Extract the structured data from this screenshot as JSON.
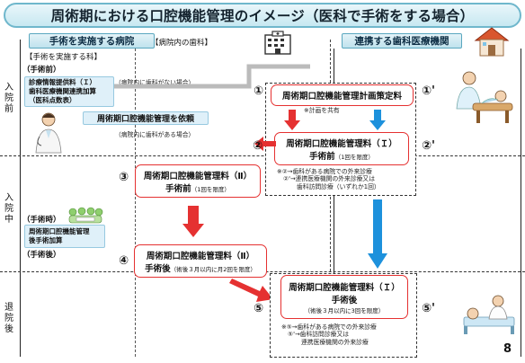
{
  "title": "周術期における口腔機能管理のイメージ（医科で手術をする場合）",
  "headers": {
    "hospital": "手術を実施する病院",
    "dental_clinic": "連携する歯科医療機関"
  },
  "column_labels": {
    "medical_dept": "【手術を実施する科】",
    "dental_dept": "【病院内の歯科】"
  },
  "phases": {
    "pre": "入院前",
    "during": "入院中",
    "post": "退院後"
  },
  "stages": {
    "preop": "（手術前）",
    "intraop": "（手術時）",
    "postop": "（手術後）"
  },
  "notes": {
    "no_dental": "（病院内に歯科がない場合）",
    "has_dental": "（病院内に歯科がある場合）",
    "share_plan": "※計画を共有",
    "note2_1": "※②→歯科がある病院での外来診療",
    "note2_2": "②'→連携医療機関の外来診療又は",
    "note2_3": "歯科訪問診療（いずれか1回）",
    "note5_1": "※⑤→歯科がある病院での外来診療",
    "note5_2": "⑤'→歯科訪問診療又は",
    "note5_3": "連携医療機関の外来診療"
  },
  "blue_boxes": {
    "addition1_l1": "診療情報提供料（Ｉ）",
    "addition1_l2": "歯科医療機関連携加算",
    "addition1_l3": "（医科点数表）",
    "request": "周術期口腔機能管理を依頼",
    "addition2_l1": "周術期口腔機能管理",
    "addition2_l2": "後手術加算"
  },
  "red_boxes": {
    "plan": "周術期口腔機能管理計画策定料",
    "fee1_pre_t": "周術期口腔機能管理料（Ｉ）",
    "fee1_pre_s": "手術前",
    "fee1_pre_n": "（1回を限度）",
    "fee2_pre_t": "周術期口腔機能管理料（Ⅱ）",
    "fee2_pre_s": "手術前",
    "fee2_pre_n": "（1回を限度）",
    "fee2_post_t": "周術期口腔機能管理料（Ⅱ）",
    "fee2_post_s": "手術後",
    "fee2_post_n": "（術後３月以内に月2回を限度）",
    "fee1_post_t": "周術期口腔機能管理料（Ｉ）",
    "fee1_post_s": "手術後",
    "fee1_post_n": "（術後３月以内に3回を限度）"
  },
  "markers": {
    "m1": "①",
    "m1p": "①'",
    "m2": "②",
    "m2p": "②'",
    "m3": "③",
    "m4": "④",
    "m5": "⑤",
    "m5p": "⑤'"
  },
  "page_number": "8",
  "colors": {
    "red": "#e53131",
    "blue": "#1d91dc",
    "teal": "#5aa7bf"
  }
}
